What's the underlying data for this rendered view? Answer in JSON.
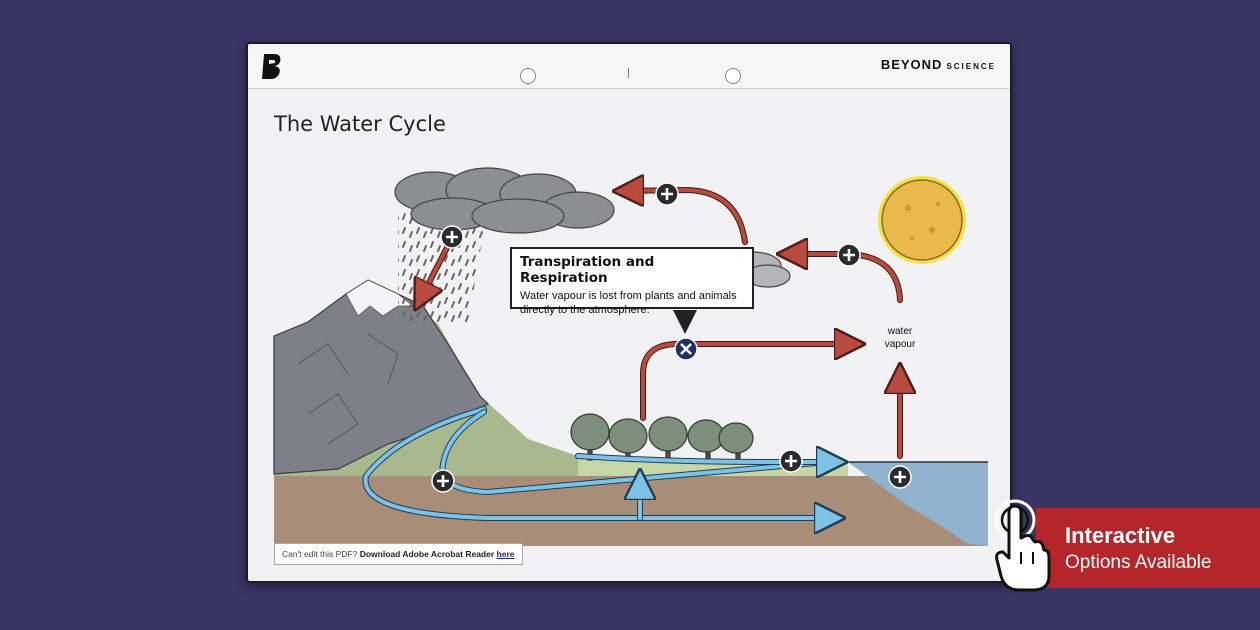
{
  "header": {
    "brand_main": "BEYOND",
    "brand_sub": "SCIENCE"
  },
  "page": {
    "title": "The Water Cycle"
  },
  "callout": {
    "heading": "Transpiration and Respiration",
    "body": "Water vapour is lost from plants and animals directly to the atmosphere."
  },
  "labels": {
    "water_vapour": "water vapour"
  },
  "footer": {
    "pdf_prefix": "Can't edit this PDF?",
    "pdf_action": "Download Adobe Acrobat Reader",
    "pdf_link": "here"
  },
  "badge": {
    "line1": "Interactive",
    "line2": "Options Available"
  },
  "icons": [
    "plus-icon",
    "close-icon",
    "pointing-hand-icon",
    "sun",
    "cloud"
  ],
  "colors": {
    "background": "#3a3464",
    "arrow_red": "#b94a3e",
    "arrow_blue": "#7ec3e6",
    "badge_red": "#b5262b"
  }
}
